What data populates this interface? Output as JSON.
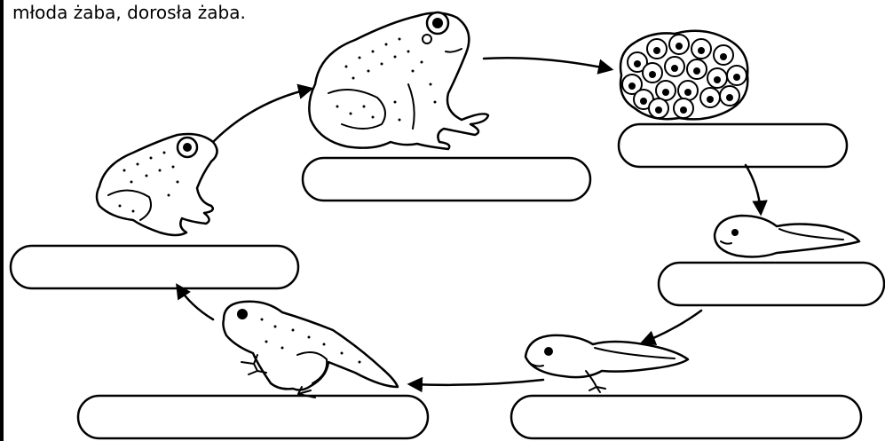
{
  "instruction": "młoda żaba, dorosła żaba.",
  "stages": [
    {
      "id": "adult-frog",
      "label": ""
    },
    {
      "id": "frog-spawn",
      "label": ""
    },
    {
      "id": "tadpole",
      "label": ""
    },
    {
      "id": "tadpole-with-legs",
      "label": ""
    },
    {
      "id": "froglet",
      "label": ""
    },
    {
      "id": "young-frog",
      "label": ""
    }
  ]
}
